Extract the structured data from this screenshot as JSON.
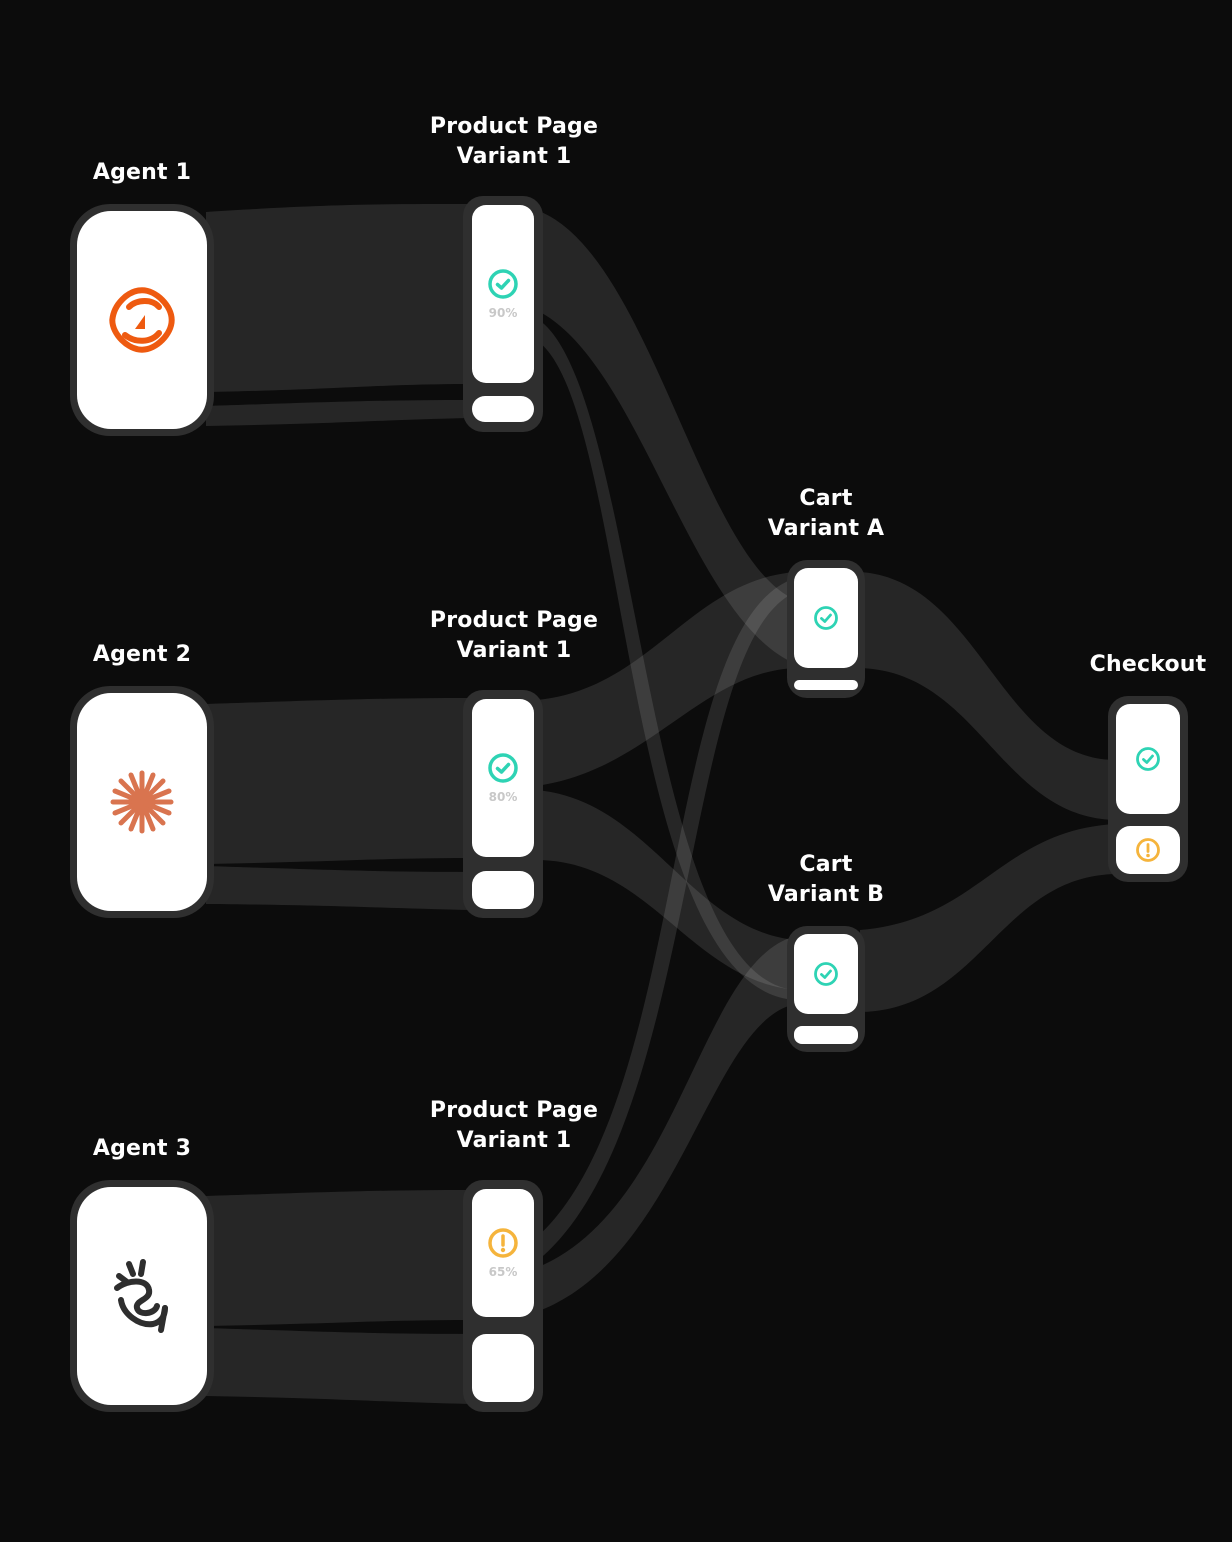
{
  "agents": [
    {
      "label": "Agent 1",
      "logo": "orbit-logo-icon",
      "color": "#ee5a10"
    },
    {
      "label": "Agent 2",
      "logo": "starburst-logo-icon",
      "color": "#d9744f"
    },
    {
      "label": "Agent 3",
      "logo": "squiggle-logo-icon",
      "color": "#2e2e2e"
    }
  ],
  "product_pages": [
    {
      "title_line1": "Product Page",
      "title_line2": "Variant 1",
      "status": "success",
      "percent": "90%"
    },
    {
      "title_line1": "Product Page",
      "title_line2": "Variant 1",
      "status": "success",
      "percent": "80%"
    },
    {
      "title_line1": "Product Page",
      "title_line2": "Variant 1",
      "status": "warning",
      "percent": "65%"
    }
  ],
  "carts": [
    {
      "title_line1": "Cart",
      "title_line2": "Variant A",
      "status": "success"
    },
    {
      "title_line1": "Cart",
      "title_line2": "Variant B",
      "status": "success"
    }
  ],
  "checkout": {
    "title": "Checkout",
    "statuses": [
      "success",
      "warning"
    ]
  },
  "colors": {
    "background": "#0c0c0c",
    "success": "#2ed3b4",
    "warning": "#f5b43c",
    "card_frame": "#2f2f2f",
    "flow": "#ffffff"
  }
}
